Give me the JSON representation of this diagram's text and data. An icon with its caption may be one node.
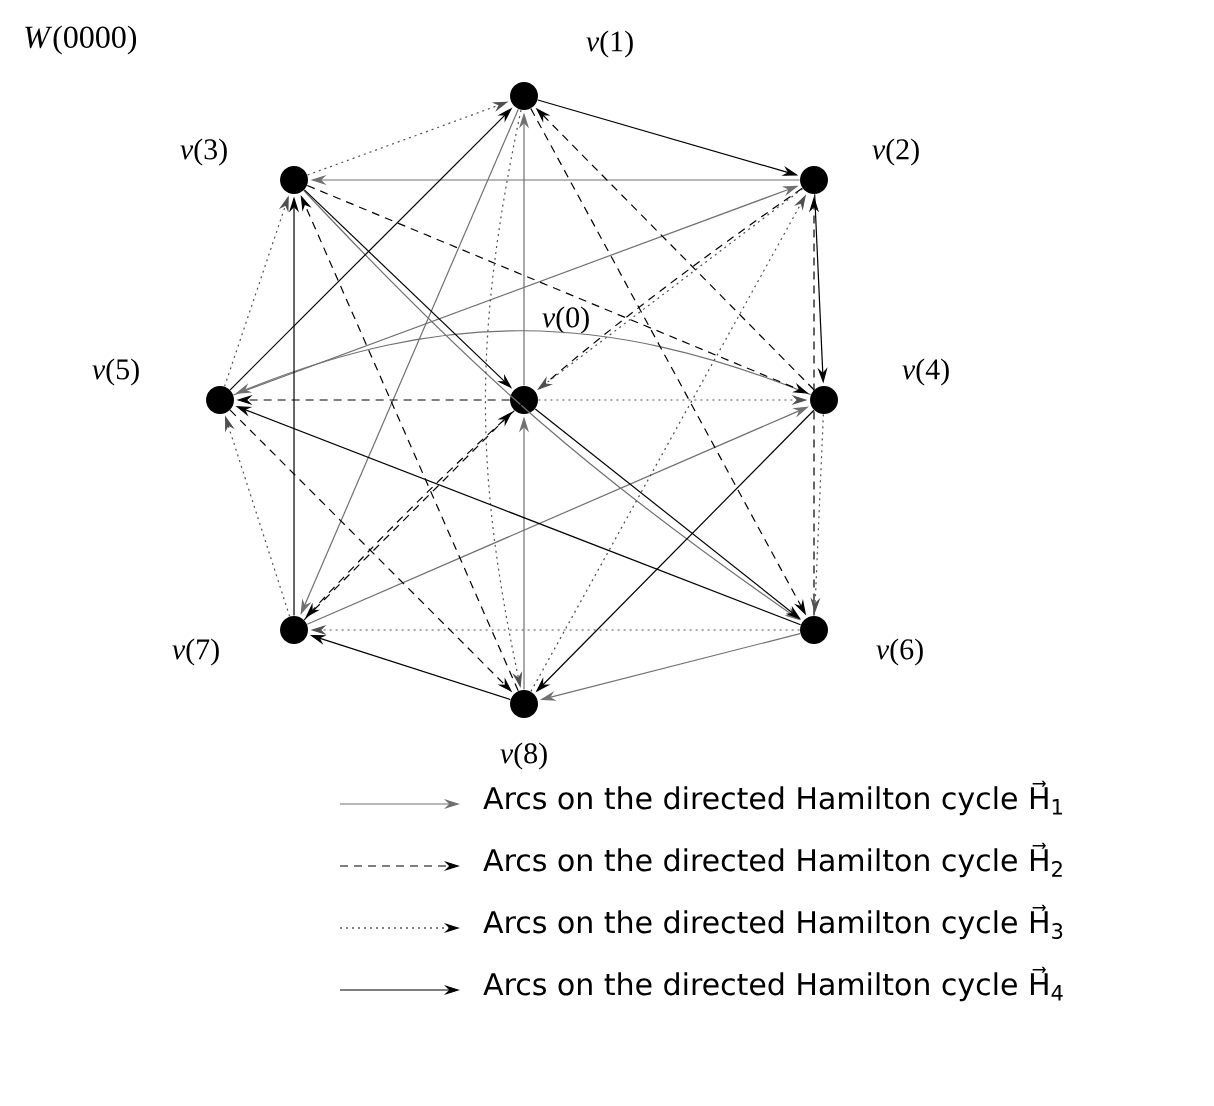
{
  "diagram": {
    "title": "*W*(0000)",
    "nodes": [
      {
        "text": [],
        "shape": "circle",
        "beside": [
          "*v*(0)"
        ]
      },
      {
        "text": [],
        "shape": "circle",
        "beside": [
          "*v*(1)"
        ]
      },
      {
        "text": [],
        "shape": "circle",
        "beside": [
          "*v*(2)"
        ]
      },
      {
        "text": [],
        "shape": "circle",
        "beside": [
          "*v*(3)"
        ]
      },
      {
        "text": [],
        "shape": "circle",
        "beside": [
          "*v*(4)"
        ]
      },
      {
        "text": [],
        "shape": "circle",
        "beside": [
          "*v*(5)"
        ]
      },
      {
        "text": [],
        "shape": "circle",
        "beside": [
          "*v*(6)"
        ]
      },
      {
        "text": [],
        "shape": "circle",
        "beside": [
          "*v*(7)"
        ]
      },
      {
        "text": [],
        "shape": "circle",
        "beside": [
          "*v*(8)"
        ]
      }
    ],
    "edges": [
      {
        "from": 0,
        "to": 1,
        "arrow": "to",
        "color": "#707070"
      },
      {
        "from": 1,
        "to": 7,
        "arrow": "to",
        "color": "#707070"
      },
      {
        "from": 7,
        "to": 4,
        "arrow": "to",
        "color": "#707070"
      },
      {
        "from": 4,
        "to": 5,
        "arrow": "to",
        "color": "#707070"
      },
      {
        "from": 5,
        "to": 2,
        "arrow": "to",
        "color": "#707070"
      },
      {
        "from": 2,
        "to": 3,
        "arrow": "to",
        "color": "#707070"
      },
      {
        "from": 3,
        "to": 6,
        "arrow": "to",
        "color": "#707070"
      },
      {
        "from": 6,
        "to": 8,
        "arrow": "to",
        "color": "#707070"
      },
      {
        "from": 8,
        "to": 0,
        "arrow": "to",
        "color": "#707070"
      },
      {
        "from": 0,
        "to": 5,
        "arrow": "to",
        "style": "dashed"
      },
      {
        "from": 5,
        "to": 8,
        "arrow": "to",
        "style": "dashed"
      },
      {
        "from": 8,
        "to": 3,
        "arrow": "to",
        "style": "dashed"
      },
      {
        "from": 3,
        "to": 4,
        "arrow": "to",
        "style": "dashed"
      },
      {
        "from": 4,
        "to": 1,
        "arrow": "to",
        "style": "dashed"
      },
      {
        "from": 1,
        "to": 6,
        "arrow": "to",
        "style": "dashed"
      },
      {
        "from": 6,
        "to": 2,
        "arrow": "to",
        "style": "dashed"
      },
      {
        "from": 2,
        "to": 7,
        "arrow": "to",
        "style": "dashed"
      },
      {
        "from": 7,
        "to": 0,
        "arrow": "to",
        "style": "dashed"
      },
      {
        "from": 0,
        "to": 4,
        "arrow": "to",
        "style": "dashed",
        "color": "#505050"
      },
      {
        "from": 4,
        "to": 6,
        "arrow": "to",
        "style": "dashed",
        "color": "#505050"
      },
      {
        "from": 6,
        "to": 7,
        "arrow": "to",
        "style": "dashed",
        "color": "#505050"
      },
      {
        "from": 7,
        "to": 5,
        "arrow": "to",
        "style": "dashed",
        "color": "#505050"
      },
      {
        "from": 5,
        "to": 3,
        "arrow": "to",
        "style": "dashed",
        "color": "#505050"
      },
      {
        "from": 3,
        "to": 1,
        "arrow": "to",
        "style": "dashed",
        "color": "#505050"
      },
      {
        "from": 1,
        "to": 8,
        "arrow": "to",
        "style": "dashed",
        "color": "#505050"
      },
      {
        "from": 8,
        "to": 2,
        "arrow": "to",
        "style": "dashed",
        "color": "#505050"
      },
      {
        "from": 2,
        "to": 0,
        "arrow": "to",
        "style": "dashed",
        "color": "#505050"
      },
      {
        "from": 3,
        "to": 0,
        "arrow": "to"
      },
      {
        "from": 0,
        "to": 6,
        "arrow": "to"
      },
      {
        "from": 6,
        "to": 5,
        "arrow": "to"
      },
      {
        "from": 5,
        "to": 1,
        "arrow": "to"
      },
      {
        "from": 1,
        "to": 2,
        "arrow": "to"
      },
      {
        "from": 2,
        "to": 4,
        "arrow": "to"
      },
      {
        "from": 4,
        "to": 8,
        "arrow": "to"
      },
      {
        "from": 8,
        "to": 7,
        "arrow": "to"
      },
      {
        "from": 7,
        "to": 3,
        "arrow": "to"
      }
    ],
    "legend": [
      {
        "text": "Arcs on the directed Hamilton cycle H⃗$_{1}$"
      },
      {
        "text": "Arcs on the directed Hamilton cycle H⃗$_{2}$"
      },
      {
        "text": "Arcs on the directed Hamilton cycle H⃗$_{3}$"
      },
      {
        "text": "Arcs on the directed Hamilton cycle H⃗$_{4}$"
      }
    ]
  }
}
